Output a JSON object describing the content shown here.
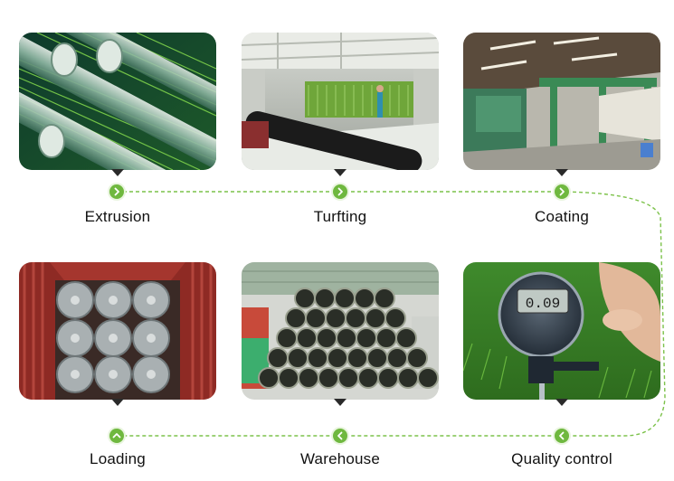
{
  "steps": [
    {
      "label": "Extrusion"
    },
    {
      "label": "Turfting"
    },
    {
      "label": "Coating"
    },
    {
      "label": "Loading"
    },
    {
      "label": "Warehouse"
    },
    {
      "label": "Quality control"
    }
  ],
  "display": {
    "reading": "0.09"
  },
  "colors": {
    "accent": "#6fb83f",
    "text": "#111111"
  }
}
